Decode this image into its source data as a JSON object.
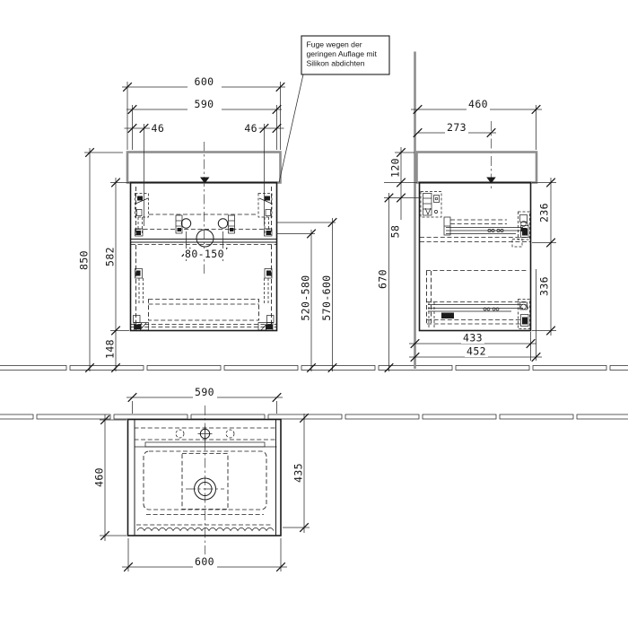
{
  "callout": {
    "line1": "Fuge wegen der",
    "line2": "geringen Auflage mit",
    "line3": "Silikon abdichten"
  },
  "front_view": {
    "dims": {
      "basin_width": "600",
      "cabinet_width": "590",
      "left_offset": "46",
      "right_offset": "46",
      "total_height": "850",
      "cabinet_height": "582",
      "floor_clearance": "148",
      "drain_position_range": "80-150",
      "supply_height_range": "520-580",
      "drain_height_range": "570-600"
    }
  },
  "side_view": {
    "dims": {
      "basin_depth": "460",
      "drain_center_offset": "273",
      "basin_height": "120",
      "bracket_top_offset": "58",
      "bracket_floor_height": "670",
      "top_drawer_height": "236",
      "bottom_drawer_height": "336",
      "cabinet_depth": "433",
      "total_depth": "452"
    }
  },
  "plan_view": {
    "dims": {
      "cabinet_width": "590",
      "basin_depth": "460",
      "inner_depth": "435",
      "basin_width": "600"
    }
  }
}
